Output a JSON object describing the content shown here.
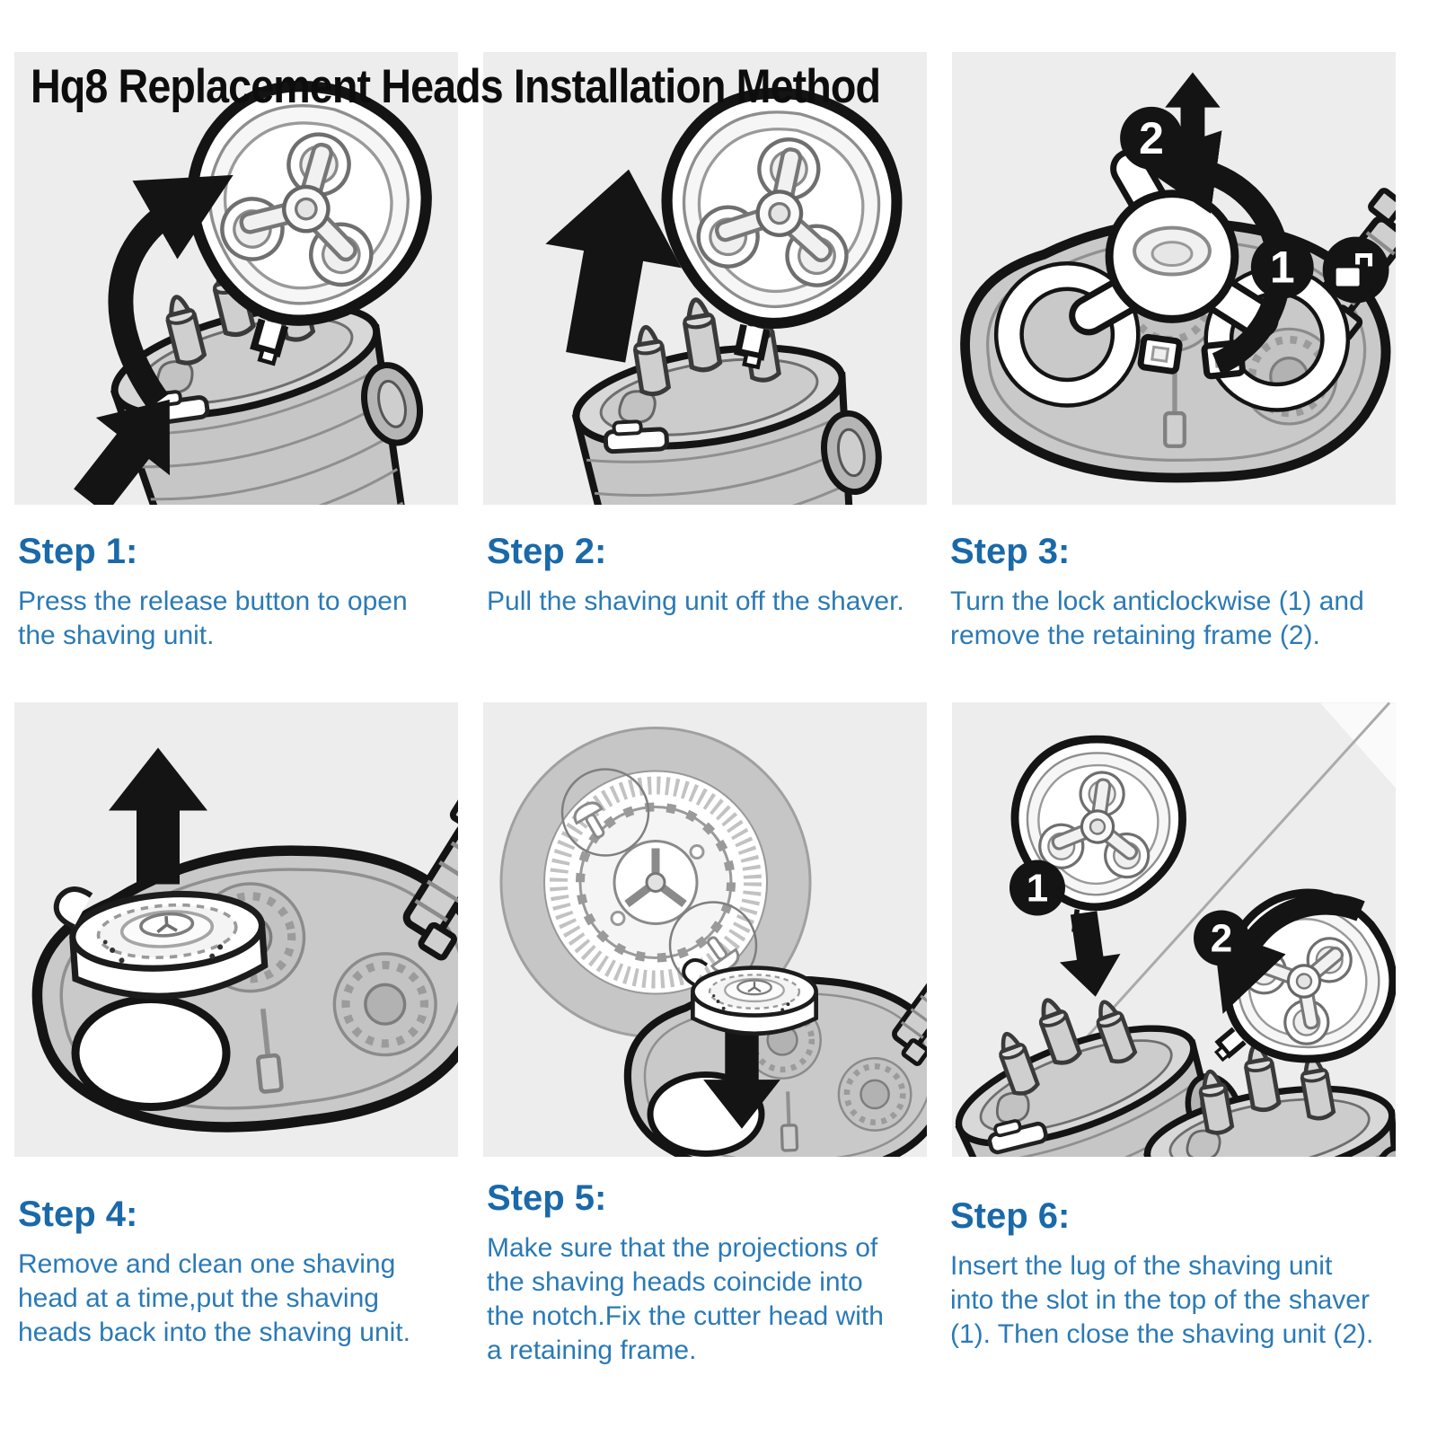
{
  "title": "Hq8 Replacement Heads Installation Method",
  "colors": {
    "page_background": "#ffffff",
    "panel_background": "#ededed",
    "title_text": "#0d0d0d",
    "step_heading": "#1a69a9",
    "step_body": "#2b7ab5",
    "drawing_ink": "#141414"
  },
  "icons": {
    "up_arrow": "filled straight arrow (direction of pull/remove)",
    "rotate_arrow": "thick curved arrow (open / turn / close motion)",
    "unlock_badge": "black circle with open padlock glyph",
    "number_badge": "black circle with white step number"
  },
  "steps": [
    {
      "heading": "Step 1:",
      "lines": [
        "Press the release button to open",
        "the shaving unit."
      ],
      "badges": []
    },
    {
      "heading": "Step 2:",
      "lines": [
        "Pull the shaving unit off the shaver."
      ],
      "badges": []
    },
    {
      "heading": "Step 3:",
      "lines": [
        "Turn the lock anticlockwise (1) and",
        "remove the retaining frame (2)."
      ],
      "badges": [
        "1",
        "2"
      ]
    },
    {
      "heading": "Step 4:",
      "lines": [
        "Remove and clean one shaving",
        "head at a time,put the shaving",
        "heads back into the shaving unit."
      ],
      "badges": []
    },
    {
      "heading": "Step 5:",
      "lines": [
        "Make sure that the projections of",
        "the shaving heads coincide into",
        "the notch.Fix the cutter head with",
        "a retaining frame."
      ],
      "badges": []
    },
    {
      "heading": "Step 6:",
      "lines": [
        "Insert the lug of the shaving unit",
        "into the slot in the top of the shaver",
        "(1). Then close the shaving unit (2)."
      ],
      "badges": [
        "1",
        "2"
      ]
    }
  ]
}
